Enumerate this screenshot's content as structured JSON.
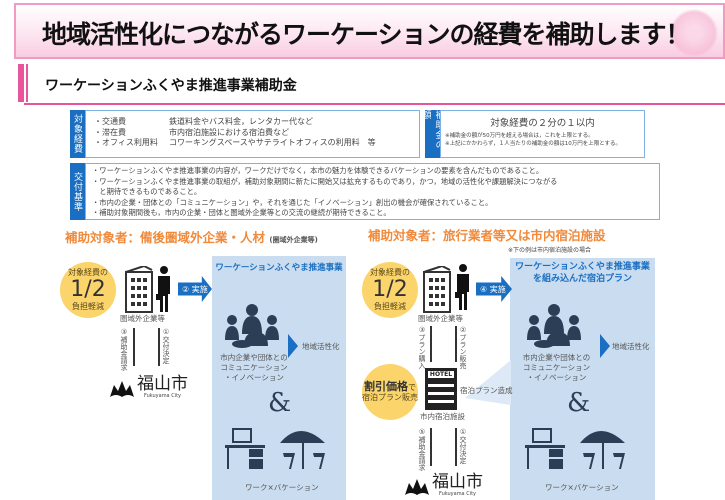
{
  "banner": {
    "title": "地域活性化につながるワーケーションの経費を補助します！"
  },
  "section": {
    "title": "ワーケーションふくやま推進事業補助金"
  },
  "eligible_costs": {
    "label": "対象経費",
    "items": [
      {
        "name": "・交通費",
        "detail": "鉄道料金やバス料金，レンタカー代など"
      },
      {
        "name": "・滞在費",
        "detail": "市内宿泊施設における宿泊費など"
      },
      {
        "name": "・オフィス利用料",
        "detail": "コワーキングスペースやサテライトオフィスの利用料　等"
      }
    ]
  },
  "subsidy_amount": {
    "label": "補助金の額",
    "main": "対象経費の２分の１以内",
    "notes": [
      "※補助金の額が50万円を超える場合は，これを上限とする。",
      "※上記にかかわらず，１人当たりの補助金の額は10万円を上限とする。"
    ]
  },
  "criteria": {
    "label": "交付基準",
    "items": [
      "・ワーケーションふくやま推進事業の内容が，ワークだけでなく，本市の魅力を体験できるバケーションの要素を含んだものであること。",
      "・ワーケーションふくやま推進事業の取組が，補助対象期間に新たに開始又は拡充するものであり，かつ，地域の活性化や課題解決につながる",
      "　と期待できるものであること。",
      "・市内の企業・団体との「コミュニケーション」や，それを通じた「イノベーション」創出の機会が確保されていること。",
      "・補助対象期間後も，市内の企業・団体と圏域外企業等との交流の継続が期待できること。"
    ]
  },
  "left": {
    "heading": "補助対象者：備後圏域外企業・人材",
    "heading_note": "(圏域外企業等)",
    "circle": {
      "top": "対象経費の",
      "big": "1/2",
      "bottom": "負担軽減"
    },
    "company_label": "圏域外企業等",
    "arrow_label": "② 実施",
    "panel_title": "ワーケーションふくやま推進事業",
    "comm_text": [
      "市内企業や団体との",
      "コミュニケーション",
      "・イノベーション"
    ],
    "result": "地域活性化",
    "amp": "&",
    "work_vacation": "ワーク×バケーション",
    "down_label": "③補助金請求",
    "up_label": "①交付決定",
    "city": "福山市",
    "city_en": "Fukuyama City"
  },
  "right": {
    "heading": "補助対象者：旅行業者等又は市内宿泊施設",
    "note": "※下の例は市内宿泊施設の場合",
    "circle": {
      "top": "対象経費の",
      "big": "1/2",
      "bottom": "負担軽減"
    },
    "company_label": "圏域外企業等",
    "arrow_label": "④ 実施",
    "panel_title": [
      "ワーケーションふくやま推進事業",
      "を組み込んだ宿泊プラン"
    ],
    "comm_text": [
      "市内企業や団体との",
      "コミュニケーション",
      "・イノベーション"
    ],
    "result": "地域活性化",
    "amp": "&",
    "work_vacation": "ワーク×バケーション",
    "purchase_label": "③プラン購入",
    "sale_label": "②プラン販売",
    "discount": {
      "big": "割引価格",
      "suffix": "で",
      "bottom": "宿泊プラン販売"
    },
    "hotel_sign": "HOTEL",
    "hotel_label": "市内宿泊施設",
    "plan_made": "宿泊プラン造成",
    "down_label": "⑤補助金請求",
    "up_label": "①交付決定",
    "city": "福山市",
    "city_en": "Fukuyama City"
  }
}
